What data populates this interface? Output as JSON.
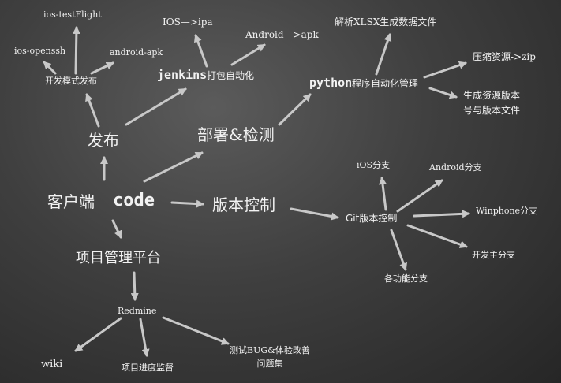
{
  "diagram": {
    "root": {
      "prefix": "客户端",
      "highlight": "code"
    },
    "branches": {
      "release": {
        "label": "发布",
        "dev_mode_release": "开发模式发布",
        "ios_testflight": "ios-testFlight",
        "ios_openssh": "ios-openssh",
        "android_apk": "android-apk",
        "jenkins_brand": "jenkins",
        "jenkins_suffix": "打包自动化",
        "ios_to_ipa": "IOS—>ipa",
        "android_to_apk": "Android—>apk"
      },
      "deploy": {
        "label": "部署&检测",
        "python_brand": "python",
        "python_suffix": "程序自动化管理",
        "parse_xlsx": "解析XLSX生成数据文件",
        "compress": "压缩资源->zip",
        "gen_version_line1": "生成资源版本",
        "gen_version_line2": "号与版本文件"
      },
      "version_control": {
        "label": "版本控制",
        "git": "Git版本控制",
        "ios_branch": "iOS分支",
        "android_branch": "Android分支",
        "winphone_branch": "Winphone分支",
        "dev_main_branch": "开发主分支",
        "feature_branch": "各功能分支"
      },
      "project_mgmt": {
        "label": "项目管理平台",
        "redmine": "Redmine",
        "wiki": "wiki",
        "progress": "项目进度监督",
        "bug_line1": "测试BUG&体验改善",
        "bug_line2": "问题集"
      }
    },
    "colors": {
      "background_center": "#5b5b5b",
      "background_edge": "#262626",
      "arrow": "#c8c8c8",
      "text": "#f2f2f2"
    }
  }
}
